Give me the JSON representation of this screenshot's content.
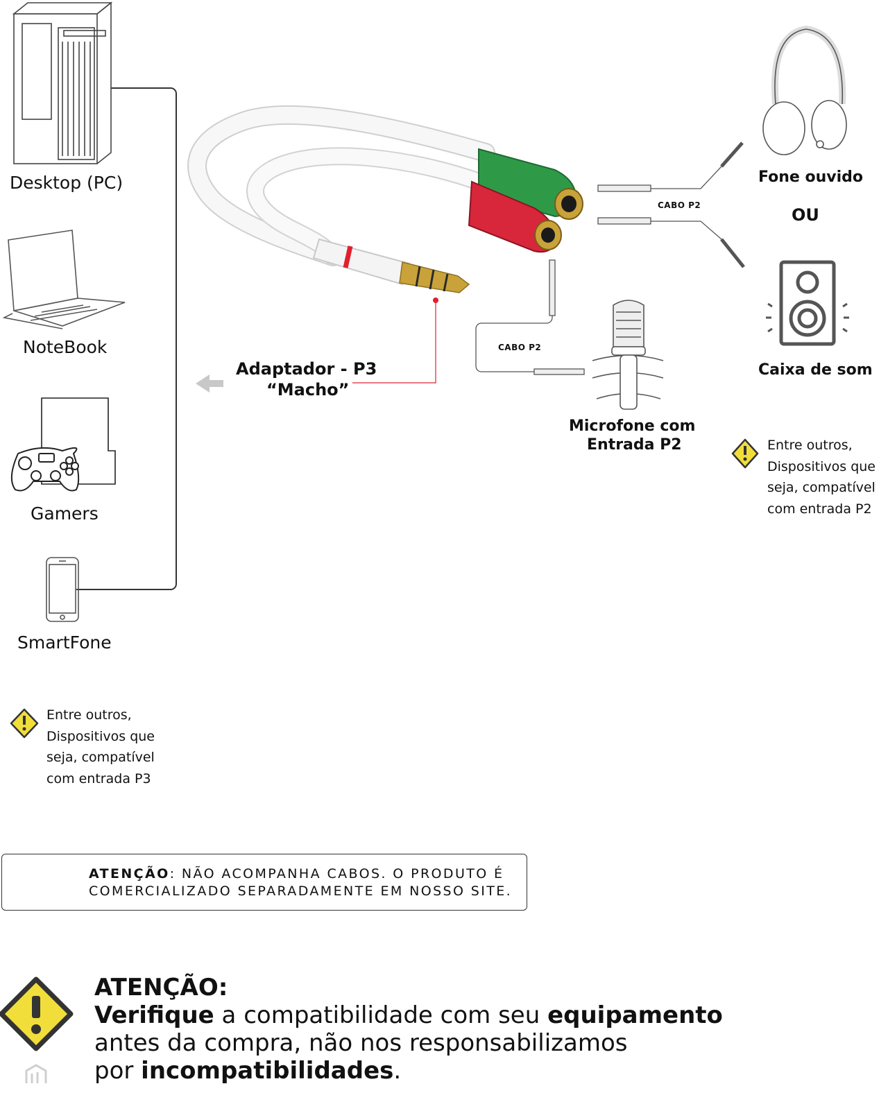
{
  "devices": {
    "desktop": "Desktop (PC)",
    "notebook": "NoteBook",
    "gamers": "Gamers",
    "smartfone": "SmartFone"
  },
  "adapter": {
    "line1": "Adaptador - P3",
    "line2": "“Macho”"
  },
  "cables": {
    "top": "CABO  P2",
    "mic": "CABO  P2"
  },
  "outputs": {
    "headphone": "Fone ouvido",
    "or": "OU",
    "speaker": "Caixa de som",
    "mic_line1": "Microfone com",
    "mic_line2": "Entrada P2"
  },
  "note_p2": [
    "Entre outros,",
    "Dispositivos que",
    "seja, compatível",
    "com entrada  P2"
  ],
  "note_p3": [
    "Entre outros,",
    "Dispositivos que",
    "seja, compatível",
    "com entrada  P3"
  ],
  "box_warning": {
    "bold": "ATENÇÃO",
    "rest1": ": NÃO ACOMPANHA CABOS. O PRODUTO É",
    "line2": "COMERCIALIZADO SEPARADAMENTE EM NOSSO SITE."
  },
  "final_warning": {
    "title": "ATENÇÃO:",
    "l1_b1": "Verifique",
    "l1_t1": " a compatibilidade com seu ",
    "l1_b2": "equipamento",
    "l2": "antes da compra, não nos responsabilizamos",
    "l3_t1": "por ",
    "l3_b1": "incompatibilidades",
    "l3_t2": "."
  },
  "colors": {
    "green_jack": "#2e9a48",
    "red_jack": "#d8263a",
    "gold": "#c9a23a",
    "warning_yellow": "#f2de3a",
    "line_red": "#e0202e"
  }
}
